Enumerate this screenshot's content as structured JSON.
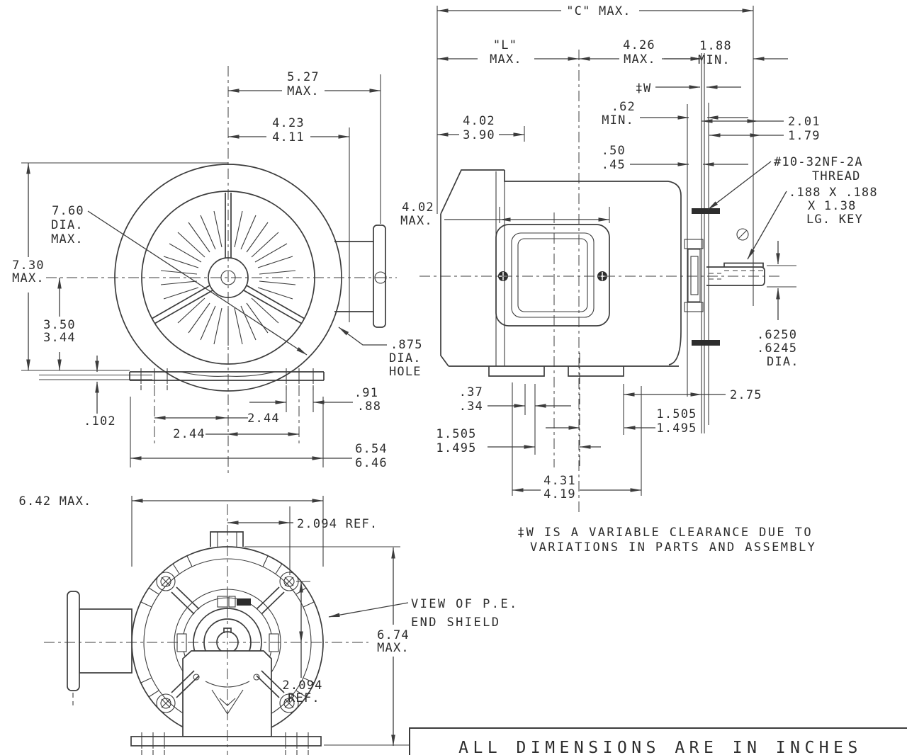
{
  "front_view": {
    "dim_527": {
      "l1": "5.27",
      "l2": "MAX."
    },
    "dim_423": {
      "l1": "4.23",
      "l2": "4.11"
    },
    "dia_760": {
      "l1": "7.60",
      "l2": "DIA.",
      "l3": "MAX."
    },
    "dim_730": {
      "l1": "7.30",
      "l2": "MAX."
    },
    "dim_350": {
      "l1": "3.50",
      "l2": "3.44"
    },
    "dim_102": ".102",
    "dim_244_left": "2.44",
    "dim_244_right": "2.44",
    "dim_91": {
      "l1": ".91",
      "l2": ".88"
    },
    "dim_654": {
      "l1": "6.54",
      "l2": "6.46"
    },
    "hole_875": {
      "l1": ".875",
      "l2": "DIA.",
      "l3": "HOLE"
    }
  },
  "side_view": {
    "dim_c": "\"C\" MAX.",
    "dim_l": {
      "l1": "\"L\"",
      "l2": "MAX."
    },
    "dim_426": {
      "l1": "4.26",
      "l2": "MAX."
    },
    "dim_188": {
      "l1": "1.88",
      "l2": "MIN."
    },
    "dim_w": "‡W",
    "dim_62": {
      "l1": ".62",
      "l2": "MIN."
    },
    "dim_201": {
      "l1": "2.01",
      "l2": "1.79"
    },
    "dim_50": {
      "l1": ".50",
      "l2": ".45"
    },
    "thread": {
      "l1": "#10-32NF-2A",
      "l2": "THREAD"
    },
    "key": {
      "l1": ".188 X .188",
      "l2": "X 1.38",
      "l3": "LG. KEY"
    },
    "dim_402max": {
      "l1": "4.02",
      "l2": "MAX."
    },
    "dim_402": {
      "l1": "4.02",
      "l2": "3.90"
    },
    "shaft_dia": {
      "l1": ".6250",
      "l2": ".6245",
      "l3": "DIA."
    },
    "dim_275": "2.75",
    "dim_37": {
      "l1": ".37",
      "l2": ".34"
    },
    "dim_1505_left": {
      "l1": "1.505",
      "l2": "1.495"
    },
    "dim_1505_right": {
      "l1": "1.505",
      "l2": "1.495"
    },
    "dim_431": {
      "l1": "4.31",
      "l2": "4.19"
    }
  },
  "end_view": {
    "dim_642": "6.42 MAX.",
    "dim_2094_top": "2.094 REF.",
    "view_label": {
      "l1": "VIEW OF P.E.",
      "l2": "END SHIELD"
    },
    "dim_674": {
      "l1": "6.74",
      "l2": "MAX."
    },
    "dim_2094_bottom": {
      "l1": "2.094",
      "l2": "REF."
    }
  },
  "notes": {
    "w_note_line1": "‡W IS A VARIABLE CLEARANCE DUE TO",
    "w_note_line2": "VARIATIONS IN PARTS AND ASSEMBLY",
    "units_note": "ALL DIMENSIONS ARE IN INCHES"
  }
}
